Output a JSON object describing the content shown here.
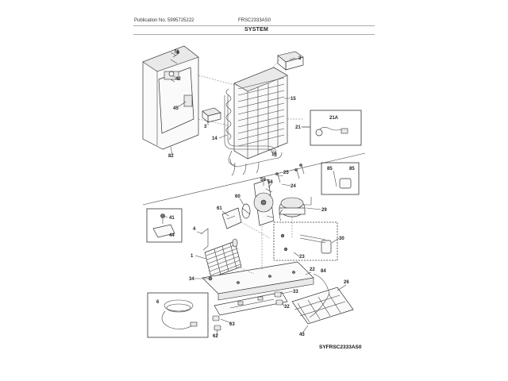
{
  "header": {
    "publication": "Publication No. 5995725222",
    "model": "FRSC2333AS0",
    "section_title": "SYSTEM"
  },
  "diagram_code": "SYFRSC2333AS0",
  "callouts": {
    "c70": "70",
    "c42": "42",
    "c45": "45",
    "c3a": "3",
    "c3b": "3",
    "c82": "82",
    "c14": "14",
    "c15": "15",
    "c16": "16",
    "c21": "21",
    "c21a": "21A",
    "c25": "25",
    "c24": "24",
    "c85a": "85",
    "c85b": "85",
    "c59": "59",
    "c58": "58",
    "c60": "60",
    "c61": "61",
    "c29": "29",
    "c41": "41",
    "c44": "44",
    "c4": "4",
    "c1": "1",
    "c30": "30",
    "c23": "23",
    "c34": "34",
    "c22": "22",
    "c84": "84",
    "c26": "26",
    "c33": "33",
    "c32": "32",
    "c6": "6",
    "c63": "63",
    "c62": "62",
    "c43": "43"
  }
}
